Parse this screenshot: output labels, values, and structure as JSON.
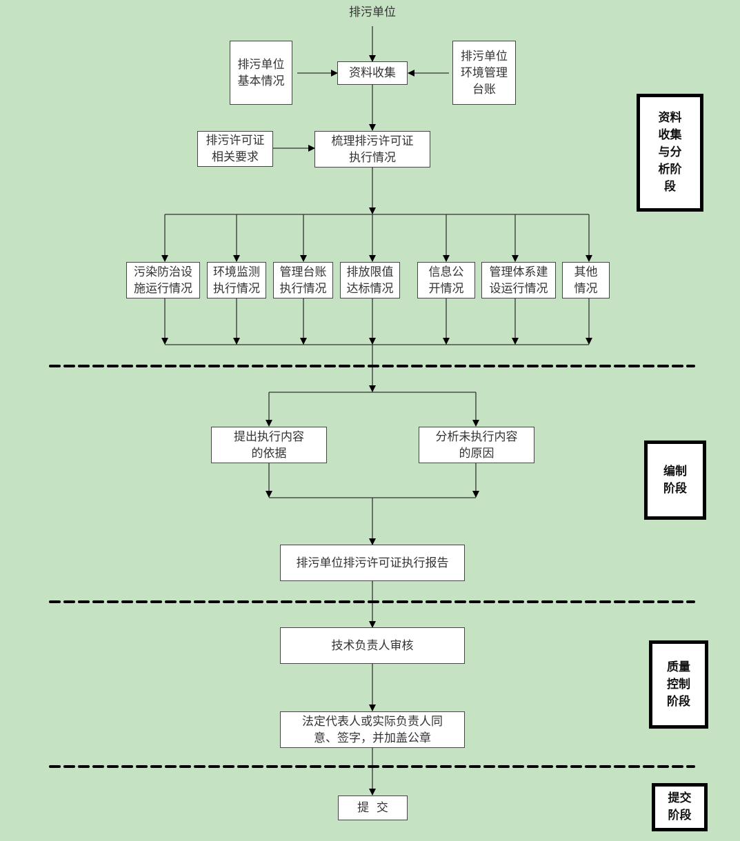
{
  "colors": {
    "background": "#c5e2c3",
    "box_fill": "#ffffff",
    "line": "#000000"
  },
  "flow": {
    "start_label": "排污单位",
    "collection": {
      "left_input": "排污单位\n基本情况",
      "center": "资料收集",
      "right_input": "排污单位\n环境管理\n台账"
    },
    "review": {
      "left_input": "排污许可证\n相关要求",
      "center": "梳理排污许可证\n执行情况"
    },
    "categories": [
      "污染防治设\n施运行情况",
      "环境监测\n执行情况",
      "管理台账\n执行情况",
      "排放限值\n达标情况",
      "信息公\n开情况",
      "管理体系建\n设运行情况",
      "其他\n情况"
    ],
    "compile": {
      "left": "提出执行内容\n的依据",
      "right": "分析未执行内容\n的原因",
      "report": "排污单位排污许可证执行报告"
    },
    "quality": {
      "tech_review": "技术负责人审核",
      "legal_sign": "法定代表人或实际负责人同\n意、签字，并加盖公章"
    },
    "submit": "提  交"
  },
  "stages": [
    "资料\n收集\n与分\n析阶\n段",
    "编制\n阶段",
    "质量\n控制\n阶段",
    "提交\n阶段"
  ]
}
